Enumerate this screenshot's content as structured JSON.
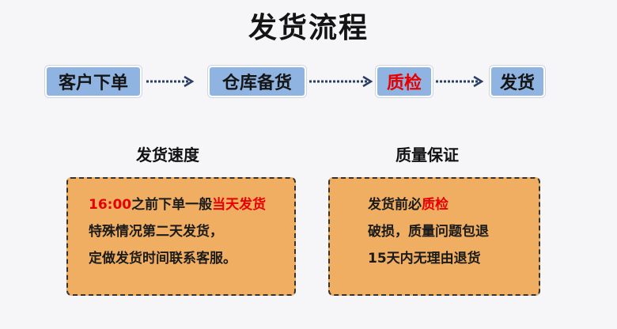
{
  "title": "发货流程",
  "flow": {
    "steps": [
      {
        "label": "客户下单"
      },
      {
        "label": "仓库备货"
      },
      {
        "label": "质检"
      },
      {
        "label": "发货"
      }
    ]
  },
  "colors": {
    "step_fill": "#8fb4e2",
    "card_fill": "#f0ae62",
    "highlight": "#e60000",
    "arrow": "#2a3f66"
  },
  "sections": {
    "speed": {
      "title": "发货速度",
      "line1_a": "16:00",
      "line1_b": "之前下单一般",
      "line1_c": "当天发货",
      "line2": "特殊情况第二天发货，",
      "line3": "定做发货时间联系客服。"
    },
    "quality": {
      "title": "质量保证",
      "line1_a": "发货前必",
      "line1_b": "质检",
      "line2": "破损，质量问题包退",
      "line3": "15天内无理由退货"
    }
  }
}
